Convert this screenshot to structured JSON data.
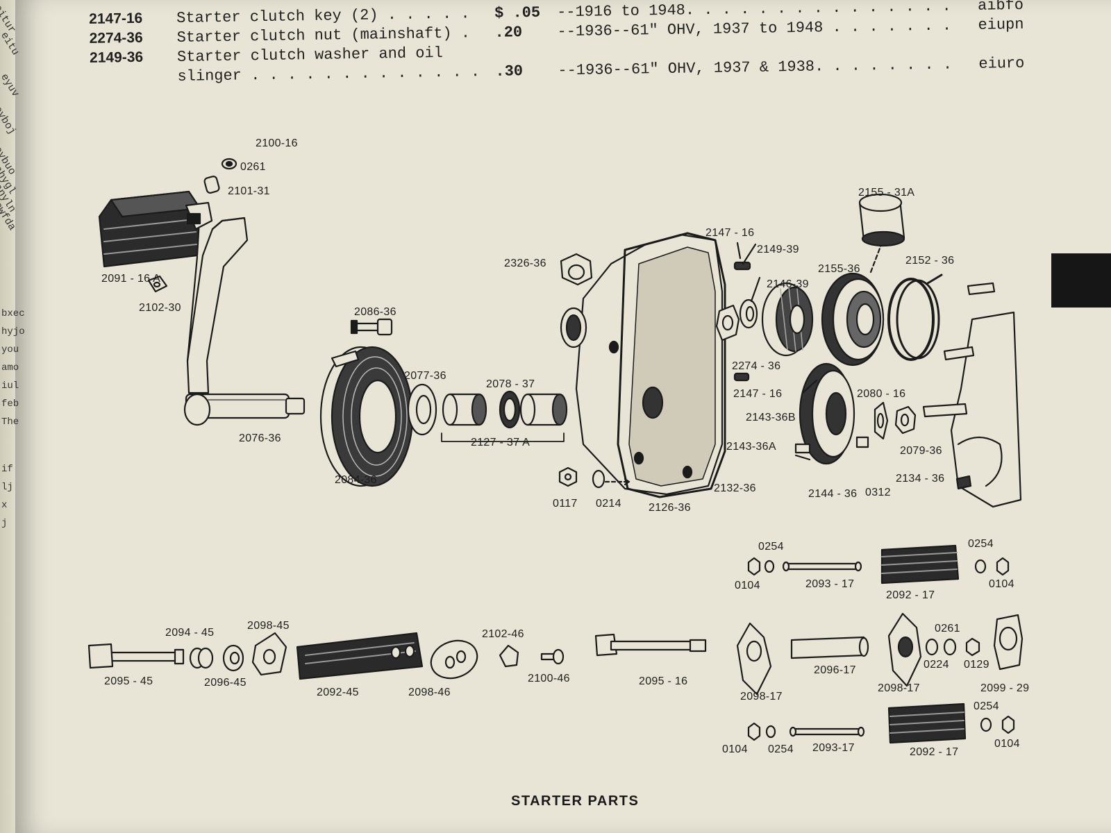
{
  "header_rows": [
    {
      "part": "2147-16",
      "desc": "Starter clutch key (2) . . . . .",
      "price": "$ .05",
      "notes": "--1916 to 1948. . . . . . . . . . . . . . .",
      "code": "aibfo"
    },
    {
      "part": "2274-36",
      "desc": "Starter clutch nut (mainshaft) .",
      "price": ".20",
      "notes": "--1936--61\" OHV, 1937 to 1948 . . . . . . .",
      "code": "eiupn"
    },
    {
      "part": "2149-36",
      "desc": "Starter clutch washer and oil",
      "price": "",
      "notes": "",
      "code": ""
    },
    {
      "part": "",
      "desc": " slinger . . . . . . . . . . . . .",
      "price": ".30",
      "notes": "--1936--61\" OHV, 1937 & 1938. . . . . . . .",
      "code": "eiuro"
    }
  ],
  "margin_fragments": [
    "eitur",
    ". eitu",
    ". eyuv",
    "eyboj",
    "eybuo",
    "ahygl",
    "anyln",
    "ewfda",
    "bxec",
    "hyjo",
    "you",
    "amo",
    "iul",
    "feb",
    "The",
    "if",
    "lj",
    "x",
    "j"
  ],
  "diagram_labels": [
    "2100-16",
    "0261",
    "2101-31",
    "2091 - 16 A",
    "2102-30",
    "2086-36",
    "2076-36",
    "2084-36",
    "2077-36",
    "2078 - 37",
    "2127 - 37 A",
    "2326-36",
    "0117",
    "0214",
    "2126-36",
    "2147 - 16",
    "2149-39",
    "2146-39",
    "2155-36",
    "2155 - 31A",
    "2152 - 36",
    "2274 - 36",
    "2147 - 16",
    "2143-36B",
    "2080 - 16",
    "2143-36A",
    "2079-36",
    "2132-36",
    "2144 - 36",
    "0312",
    "2134 - 36",
    "0254",
    "0104",
    "2093 - 17",
    "2092 - 17",
    "0254",
    "0104",
    "2094 - 45",
    "2098-45",
    "2095 - 45",
    "2096-45",
    "2092-45",
    "2098-46",
    "2102-46",
    "2100-46",
    "2095 - 16",
    "2098-17",
    "2096-17",
    "2098-17",
    "0261",
    "0224",
    "0129",
    "2099 - 29",
    "0104",
    "0254",
    "2093-17",
    "2092 - 17",
    "0254",
    "0104"
  ],
  "caption": "STARTER PARTS"
}
